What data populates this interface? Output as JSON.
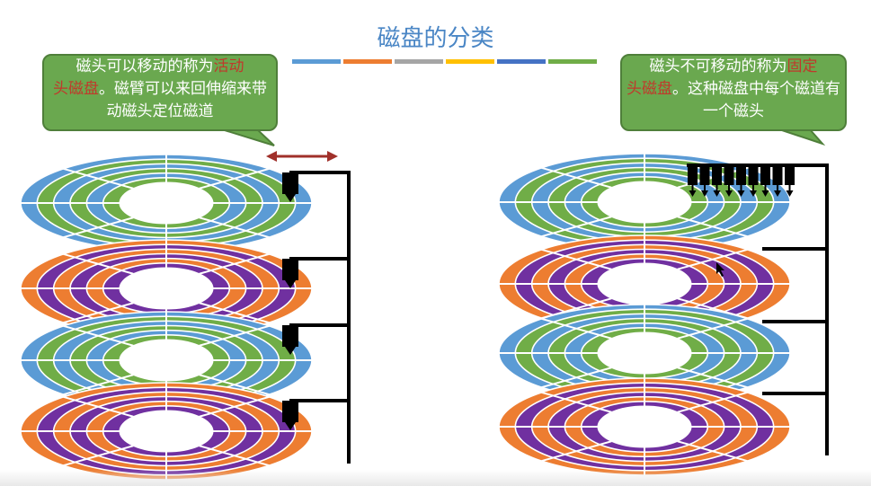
{
  "watermark": "",
  "title": "磁盘的分类",
  "title_bar_colors": [
    "#5b9bd5",
    "#ed7d31",
    "#a5a5a5",
    "#ffc000",
    "#4472c4",
    "#70ad47"
  ],
  "left_callout": {
    "parts": [
      "磁头可以移动的称为",
      "活动",
      "头磁盘",
      "。磁臂可以来回伸缩来带动磁头定位磁道"
    ],
    "highlight_color": "#c0392b"
  },
  "right_callout": {
    "parts": [
      "磁头不可移动的称为",
      "固定",
      "头磁盘",
      "。这种磁盘中每个磁道有一个磁头"
    ],
    "highlight_color": "#c0392b"
  },
  "platter_colors": {
    "blue": "#5b9bd5",
    "green": "#70ad47",
    "orange": "#ed7d31",
    "purple": "#7030a0"
  },
  "left_stack": [
    "blue-green",
    "orange-purple",
    "blue-green",
    "orange-purple"
  ],
  "right_stack": [
    "blue-green",
    "orange-purple",
    "blue-green",
    "orange-purple"
  ],
  "arrow_color": "#a0302a"
}
